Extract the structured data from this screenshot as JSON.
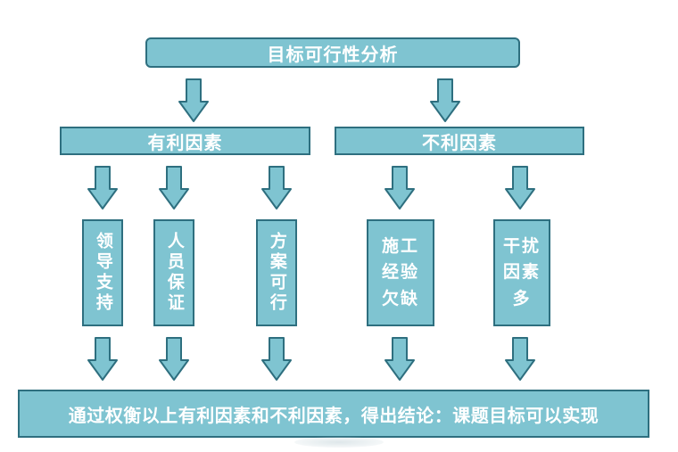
{
  "diagram": {
    "title": "目标可行性分析",
    "favorable": {
      "label": "有利因素",
      "items": [
        "领导支持",
        "人员保证",
        "方案可行"
      ]
    },
    "unfavorable": {
      "label": "不利因素",
      "items": [
        "施工\n经验\n欠缺",
        "干扰\n因素\n多"
      ]
    },
    "conclusion": "通过权衡以上有利因素和不利因素，得出结论：课题目标可以实现"
  },
  "colors": {
    "box_fill": "#7fc4d1",
    "box_border": "#2e6f7f",
    "arrow_fill": "#7fc4d1",
    "arrow_stroke": "#2e6f7f",
    "text": "#ffffff"
  }
}
